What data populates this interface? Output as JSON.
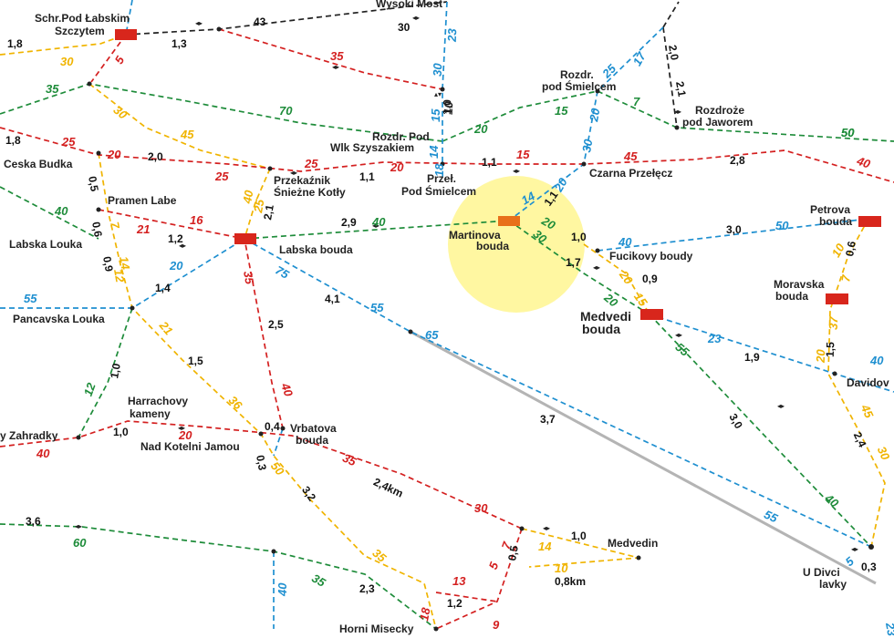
{
  "colors": {
    "red": "#d42020",
    "blue": "#1e8fd0",
    "green": "#1e8c3a",
    "yellow": "#f0b400",
    "black": "#222222",
    "gray": "#a8a8a8",
    "hut": "#d8261c",
    "highlight_hut": "#e8701a",
    "highlight": "#fff690"
  },
  "places": {
    "schr": "Schr.Pod Łabskim",
    "schr2": "Szczytem",
    "wysoki": "Wysoki Most",
    "rozdr_smielcem": "Rozdr.",
    "rozdr_smielcem2": "pod Śmielcem",
    "rozdroze": "Rozdroże",
    "rozdroze2": "pod Jaworem",
    "rozdr_wlk": "Rozdr. Pod",
    "rozdr_wlk2": "Wlk Szyszakiem",
    "ceska": "Ceska Budka",
    "przekaznik": "Przekaźnik",
    "przekaznik2": "Śnieżne Kotły",
    "przel": "Przeł.",
    "przel2": "Pod Śmielcem",
    "czarna": "Czarna Przełęcz",
    "pramen": "Pramen Labe",
    "labska_louka": "Labska Louka",
    "labska_bouda": "Labska bouda",
    "martinova": "Martinova",
    "martinova2": "bouda",
    "fucikovy": "Fucikovy boudy",
    "petrova": "Petrova",
    "petrova2": "bouda",
    "moravska": "Moravska",
    "moravska2": "bouda",
    "pancavska": "Pancavska Louka",
    "medvedi": "Medvedi",
    "medvedi2": "bouda",
    "davidov": "Davidov",
    "harrachovy": "Harrachovy",
    "harrachovy2": "kameny",
    "zahradky": "y Zahradky",
    "vrbatova": "Vrbatova",
    "vrbatova2": "bouda",
    "nad_kotelni": "Nad Kotelni Jamou",
    "medvedin": "Medvedin",
    "u_divci": "U Divci",
    "u_divci2": "lavky",
    "horni": "Horni Misecky"
  },
  "distances": {
    "d1": "1,8",
    "d2": "1,3",
    "d3": "43",
    "d4": "30",
    "d5": "1,0",
    "d6": "2,0",
    "d7": "2,1",
    "d8": "1,8",
    "d9": "2,0",
    "d10": "1,1",
    "d11": "1,1",
    "d12": "2,8",
    "d13": "0,5",
    "d14": "0,6",
    "d15": "0,9",
    "d16": "1,2",
    "d17": "2,1",
    "d18": "2,9",
    "d19": "1,1",
    "d20": "1,0",
    "d21": "1,7",
    "d22": "3,0",
    "d23": "0,6",
    "d24": "0,9",
    "d25": "1,4",
    "d26": "4,1",
    "d27": "2,5",
    "d28": "1,5",
    "d29": "1,9",
    "d30": "1,5",
    "d31": "1,0",
    "d32": "3,7",
    "d33": "3,0",
    "d34": "1,0",
    "d35": "0,4",
    "d36": "0,3",
    "d37": "3,2",
    "d38": "2,4km",
    "d39": "2,4",
    "d40": "3,6",
    "d41": "1,0",
    "d42": "0,5",
    "d43": "0,8km",
    "d44": "2,3",
    "d45": "1,2",
    "d46": "0,3"
  },
  "marks": {
    "m1": "30",
    "m2": "5",
    "m3": "35",
    "m4": "35",
    "m5": "30",
    "m6": "70",
    "m7": "45",
    "m8": "25",
    "m9": "20",
    "m10": "25",
    "m11": "25",
    "m12": "20",
    "m13": "15",
    "m14": "45",
    "m15": "40",
    "m16": "20",
    "m17": "14",
    "m18": "18",
    "m19": "15",
    "m20": "30",
    "m21": "23",
    "m22": "10",
    "m23": "25",
    "m24": "17",
    "m25": "20",
    "m26": "30",
    "m27": "15",
    "m28": "7",
    "m29": "50",
    "m30": "40",
    "m31": "16",
    "m32": "21",
    "m33": "40",
    "m34": "25",
    "m35": "40",
    "m36": "14",
    "m37": "20",
    "m38": "30",
    "m39": "20",
    "m40": "40",
    "m41": "50",
    "m42": "10",
    "m43": "7",
    "m44": "40",
    "m45": "55",
    "m46": "7",
    "m47": "12",
    "m48": "14",
    "m49": "20",
    "m50": "75",
    "m51": "35",
    "m52": "55",
    "m53": "65",
    "m54": "20",
    "m55": "15",
    "m56": "55",
    "m57": "23",
    "m58": "37",
    "m59": "20",
    "m60": "40",
    "m61": "12",
    "m62": "21",
    "m63": "40",
    "m64": "36",
    "m65": "20",
    "m66": "40",
    "m67": "50",
    "m68": "35",
    "m69": "45",
    "m70": "30",
    "m71": "40",
    "m72": "55",
    "m73": "30",
    "m74": "14",
    "m75": "10",
    "m76": "7",
    "m77": "5",
    "m78": "13",
    "m79": "9",
    "m80": "60",
    "m81": "35",
    "m82": "40",
    "m83": "18",
    "m84": "35",
    "m85": "5",
    "m86": "23",
    "m87": "5"
  }
}
